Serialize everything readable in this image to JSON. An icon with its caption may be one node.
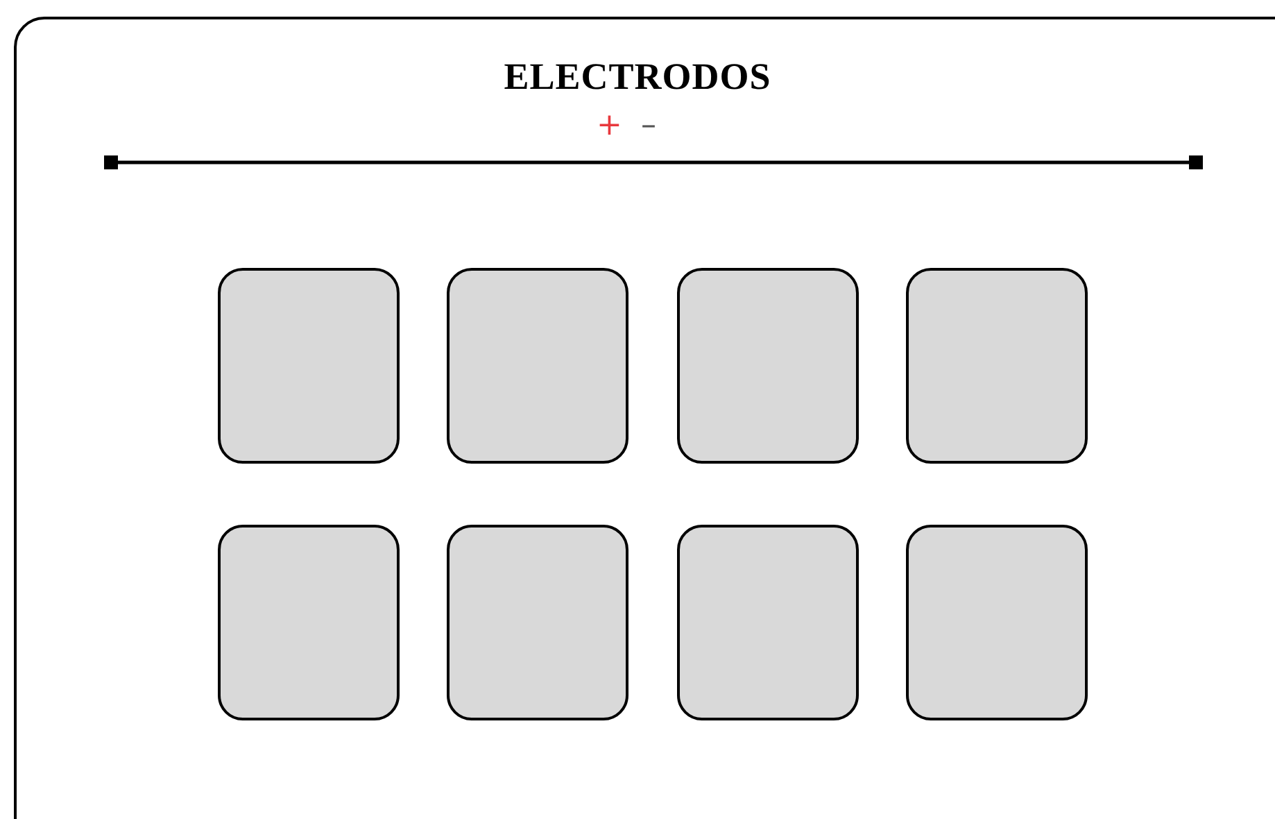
{
  "diagram": {
    "title": "ELECTRODOS",
    "nodes": [
      {
        "text": [],
        "shape": "box"
      },
      {
        "text": [],
        "shape": "box"
      },
      {
        "text": [],
        "shape": "box"
      },
      {
        "text": [],
        "shape": "box"
      },
      {
        "text": [],
        "shape": "box"
      },
      {
        "text": [],
        "shape": "box"
      },
      {
        "text": [],
        "shape": "box"
      },
      {
        "text": [],
        "shape": "box"
      }
    ],
    "labels": [
      "+",
      "–"
    ]
  }
}
